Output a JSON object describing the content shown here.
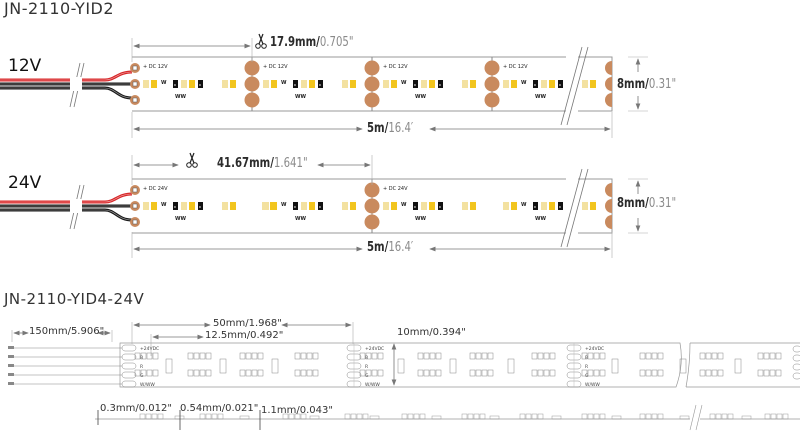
{
  "section1": {
    "title": "JN-2110-YID2",
    "strips": [
      {
        "voltage_label": "12V",
        "pad_label": "+ DC 12V",
        "cut_length": "17.9mm/",
        "cut_length_in": "0.705\"",
        "length": "5m/",
        "length_ft": "16.4′",
        "width": "8mm/",
        "width_in": "0.31\"",
        "led_labels": {
          "white": "W",
          "warm": "WW",
          "resistor": "R"
        }
      },
      {
        "voltage_label": "24V",
        "pad_label": "+ DC 24V",
        "cut_length": "41.67mm/",
        "cut_length_in": "1.641\"",
        "length": "5m/",
        "length_ft": "16.4′",
        "width": "8mm/",
        "width_in": "0.31\"",
        "led_labels": {
          "white": "W",
          "warm": "WW",
          "resistor": "R"
        }
      }
    ]
  },
  "section2": {
    "title": "JN-2110-YID4-24V",
    "lead_length": "150mm/5.906\"",
    "cut_length": "50mm/1.968\"",
    "led_pitch": "12.5mm/0.492\"",
    "width": "10mm/0.394\"",
    "pad_labels": [
      "+24VDC",
      "B",
      "R",
      "G",
      "W/WW"
    ],
    "thickness_1": "0.3mm/0.012\"",
    "thickness_2": "0.54mm/0.021\"",
    "thickness_3": "1.1mm/0.043\""
  },
  "colors": {
    "pad": "#c98a5e",
    "wire_red": "#d8282a",
    "wire_black": "#1a1a1a",
    "led_white": "#f3e1a0",
    "led_warm": "#f2c51e",
    "outline": "#888888"
  }
}
